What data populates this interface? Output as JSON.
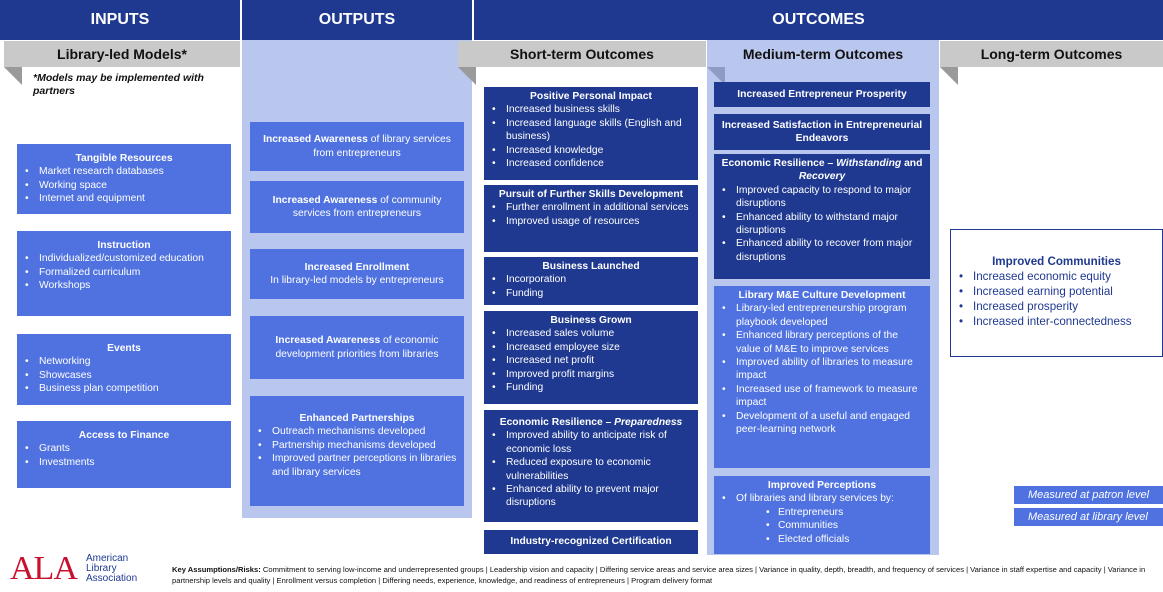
{
  "headers": {
    "inputs": "INPUTS",
    "outputs": "OUTPUTS",
    "outcomes": "OUTCOMES"
  },
  "subheaders": {
    "library_models": "Library-led Models*",
    "short_term": "Short-term Outcomes",
    "medium_term": "Medium-term Outcomes",
    "long_term": "Long-term Outcomes"
  },
  "models_note": "*Models may be implemented with partners",
  "inputs": [
    {
      "title": "Tangible Resources",
      "items": [
        "Market research databases",
        "Working space",
        "Internet and equipment"
      ]
    },
    {
      "title": "Instruction",
      "items": [
        "Individualized/customized education",
        "Formalized curriculum",
        "Workshops"
      ]
    },
    {
      "title": "Events",
      "items": [
        "Networking",
        "Showcases",
        "Business plan competition"
      ]
    },
    {
      "title": "Access to Finance",
      "items": [
        "Grants",
        "Investments"
      ]
    }
  ],
  "outputs": [
    {
      "bold": "Increased Awareness",
      "rest": " of library services from entrepreneurs"
    },
    {
      "bold": "Increased Awareness",
      "rest": " of community services from entrepreneurs"
    },
    {
      "title": "Increased Enrollment",
      "line": "In library-led models by entrepreneurs"
    },
    {
      "bold": "Increased Awareness",
      "rest": " of economic development priorities from libraries"
    },
    {
      "title": "Enhanced Partnerships",
      "items": [
        "Outreach mechanisms developed",
        "Partnership mechanisms developed",
        "Improved partner perceptions in libraries and library services"
      ]
    }
  ],
  "short_term": [
    {
      "title": "Positive Personal Impact",
      "items": [
        "Increased business skills",
        "Increased language skills (English and business)",
        "Increased knowledge",
        "Increased confidence"
      ]
    },
    {
      "title": "Pursuit of Further Skills Development",
      "items": [
        "Further enrollment in additional services",
        "Improved usage of resources"
      ]
    },
    {
      "title": "Business Launched",
      "items": [
        "Incorporation",
        "Funding"
      ]
    },
    {
      "title": "Business Grown",
      "items": [
        "Increased sales volume",
        "Increased employee size",
        "Increased net profit",
        "Improved profit margins",
        "Funding"
      ]
    },
    {
      "title_a": "Economic Resilience – ",
      "title_b": "Preparedness",
      "items": [
        "Improved ability to anticipate risk of economic loss",
        "Reduced exposure to economic vulnerabilities",
        "Enhanced ability to prevent major disruptions"
      ]
    },
    {
      "title": "Industry-recognized Certification"
    }
  ],
  "medium_term": [
    {
      "title": "Increased Entrepreneur Prosperity"
    },
    {
      "title": "Increased Satisfaction in Entrepreneurial Endeavors"
    },
    {
      "title_a": "Economic Resilience – ",
      "title_b": "Withstanding",
      "title_c": " and ",
      "title_d": "Recovery",
      "items": [
        "Improved capacity to respond to major disruptions",
        "Enhanced ability to withstand major disruptions",
        "Enhanced ability to recover from major disruptions"
      ]
    },
    {
      "title": "Library M&E Culture Development",
      "items": [
        "Library-led entrepreneurship program playbook developed",
        "Enhanced library perceptions of the value of M&E to improve services",
        "Improved ability of libraries to measure impact",
        "Increased use of framework to measure impact",
        "Development of a useful and engaged peer-learning network"
      ]
    },
    {
      "title": "Improved Perceptions",
      "items": [
        "Of libraries and library services by:"
      ],
      "subitems": [
        "Entrepreneurs",
        "Communities",
        "Elected officials"
      ]
    }
  ],
  "long_term": {
    "title": "Improved Communities",
    "items": [
      "Increased economic equity",
      "Increased earning potential",
      "Increased prosperity",
      "Increased inter-connectedness"
    ]
  },
  "legend": {
    "patron": "Measured at patron level",
    "library": "Measured at library level"
  },
  "logo": {
    "letters": "ALA",
    "line1": "American",
    "line2": "Library",
    "line3": "Association"
  },
  "footer": {
    "label": "Key Assumptions/Risks:",
    "text": " Commitment to serving low-income and underrepresented groups | Leadership vision and capacity | Differing service areas and service area sizes | Variance in quality, depth, breadth, and frequency of services | Variance in staff expertise and capacity | Variance in partnership levels and quality | Enrollment versus completion | Differing needs, experience, knowledge, and readiness of entrepreneurs | Program delivery format"
  },
  "colors": {
    "dark_blue": "#1f3990",
    "mid_blue": "#4f72e0",
    "light_blue": "#b9c6ee",
    "gray": "#c9c9c9",
    "logo_red": "#c8102e"
  }
}
